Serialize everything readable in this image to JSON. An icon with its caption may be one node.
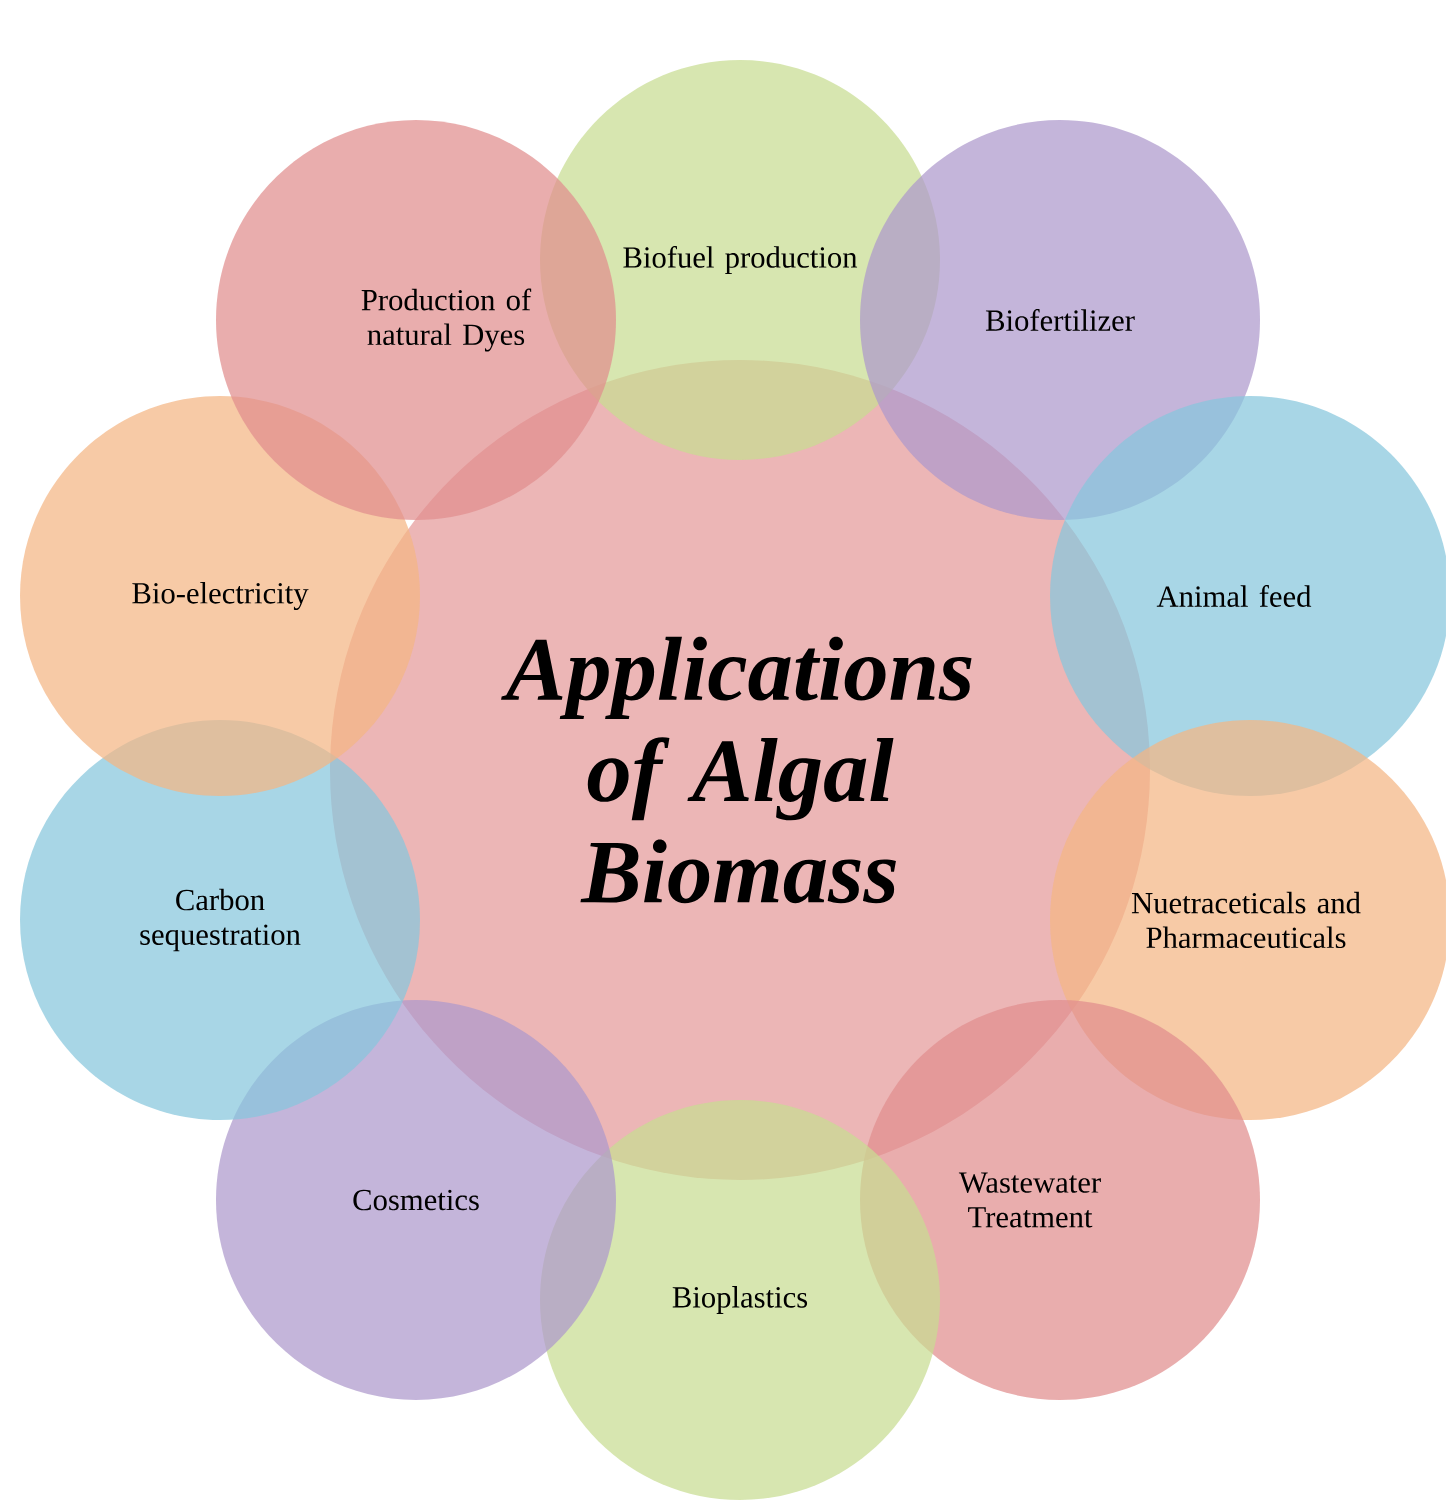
{
  "diagram": {
    "nodes": [
      {
        "text": [
          "Applications of Algal Biomass"
        ]
      },
      {
        "text": [
          "Biofuel production"
        ]
      },
      {
        "text": [
          "Biofertilizer"
        ]
      },
      {
        "text": [
          "Animal feed"
        ]
      },
      {
        "text": [
          "Nuetraceticals and Pharmaceuticals"
        ]
      },
      {
        "text": [
          "Wastewater Treatment"
        ]
      },
      {
        "text": [
          "Bioplastics"
        ]
      },
      {
        "text": [
          "Cosmetics"
        ]
      },
      {
        "text": [
          "Carbon sequestration"
        ]
      },
      {
        "text": [
          "Bio-electricity"
        ]
      },
      {
        "text": [
          "Production of natural Dyes"
        ]
      }
    ]
  }
}
